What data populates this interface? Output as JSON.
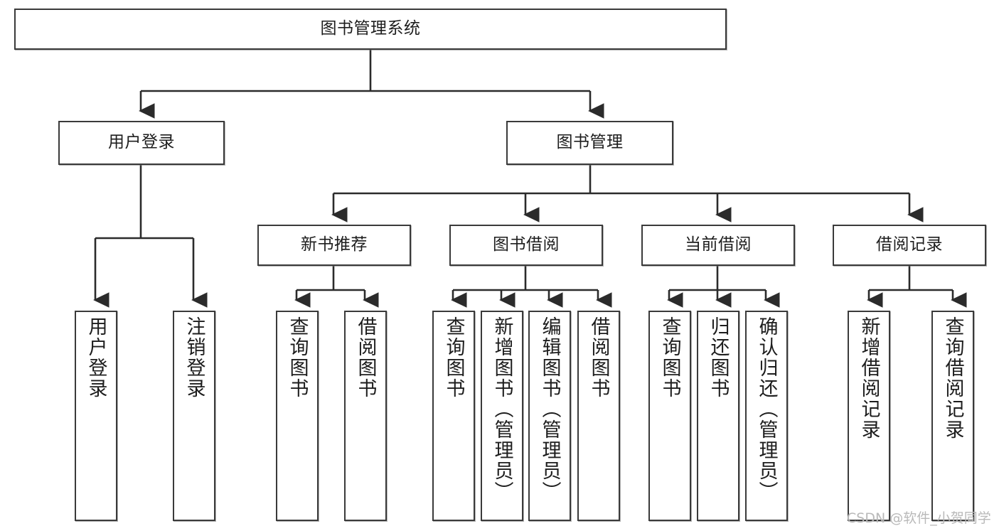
{
  "diagram": {
    "title": "图书管理系统",
    "type": "tree-hierarchy-diagram",
    "root": {
      "label": "图书管理系统"
    },
    "level2": [
      {
        "label": "用户登录"
      },
      {
        "label": "图书管理"
      }
    ],
    "level3": [
      {
        "label": "新书推荐"
      },
      {
        "label": "图书借阅"
      },
      {
        "label": "当前借阅"
      },
      {
        "label": "借阅记录"
      }
    ],
    "leaves": {
      "user_login": [
        {
          "label": "用户登录"
        },
        {
          "label": "注销登录"
        }
      ],
      "new_book_recommend": [
        {
          "label": "查询图书"
        },
        {
          "label": "借阅图书"
        }
      ],
      "book_borrow": [
        {
          "label": "查询图书"
        },
        {
          "label": "新增图书（管理员）"
        },
        {
          "label": "编辑图书（管理员）"
        },
        {
          "label": "借阅图书"
        }
      ],
      "current_borrow": [
        {
          "label": "查询图书"
        },
        {
          "label": "归还图书"
        },
        {
          "label": "确认归还（管理员）"
        }
      ],
      "borrow_record": [
        {
          "label": "新增借阅记录"
        },
        {
          "label": "查询借阅记录"
        }
      ]
    }
  },
  "watermark": {
    "text": "CSDN @软件_小贺同学"
  },
  "colors": {
    "box_border": "#3a3a3a",
    "box_fill": "#ffffff",
    "text": "#1d1d1d",
    "connector": "#2b2b2b",
    "watermark": "#b9b9b9"
  }
}
